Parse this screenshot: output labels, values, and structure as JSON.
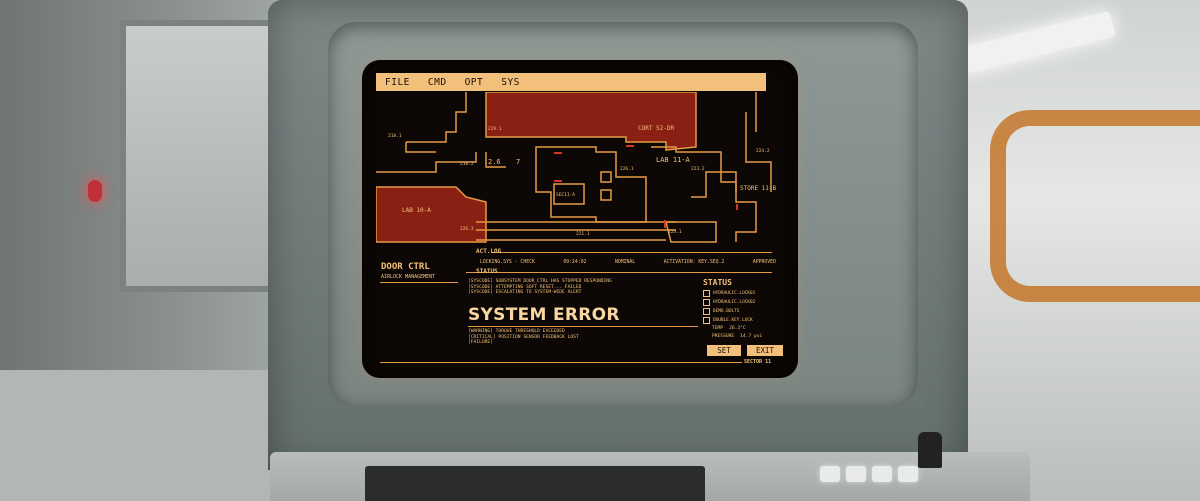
{
  "menubar": {
    "items": [
      "FILE",
      "CMD",
      "OPT",
      "SYS"
    ]
  },
  "map": {
    "labels": {
      "corr_52_dr": "CORT 52-DR",
      "lab_11_a": "LAB 11-A",
      "stor_11_b": "STORE 11-B",
      "lab_10_a": "LAB 10-A",
      "n_2_6": "2.6",
      "n_7": "7",
      "n_218_1": "218.1",
      "n_218_2": "218.2",
      "n_229_1": "229.1",
      "n_226_3": "226.3",
      "n_221_1": "221.1",
      "n_223_1": "223.1",
      "n_223_2": "223.2",
      "n_226_1": "226.1",
      "n_224_2": "224.2",
      "secure": "SEC11-A"
    },
    "colors": {
      "room_fill": "#8a1f14",
      "line": "#e59a45"
    }
  },
  "act_log": {
    "title": "ACT.LOG",
    "columns": [
      "LOCKING.SYS - CHECK",
      "09:24:02",
      "NOMINAL",
      "ACTIVATION: KEY.SEQ.2",
      "APPROVED"
    ]
  },
  "status_header": "STATUS",
  "door_panel": {
    "title": "DOOR CTRL",
    "subtitle": "AIRLOCK MANAGEMENT"
  },
  "messages": [
    "[SYSCODE] SUBSYSTEM DOOR_CTRL HAS STOPPED RESPONDING",
    "[SYSCODE] ATTEMPTING SOFT RESET... FAILED",
    "[SYSCODE] ESCALATING TO SYSTEM-WIDE ALERT"
  ],
  "error_title": "SYSTEM ERROR",
  "warnings": [
    "[WARNING] TORQUE THRESHOLD EXCEEDED",
    "[CRITICAL] POSITION SENSOR FEEDBACK LOST",
    "[FAILURE]"
  ],
  "status_panel": {
    "title": "STATUS",
    "items": [
      "HYDRAULIC.LOCK01",
      "HYDRAULIC.LOCK02",
      "DEMO.BOLTS",
      "DOUBLE.KEY.LOCK"
    ],
    "temp_label": "TEMP",
    "temp_value": "26.3°C",
    "pressure_label": "PRESSURE",
    "pressure_value": "14.7 psi"
  },
  "buttons": {
    "set": "SET",
    "exit": "EXIT"
  },
  "sector": "SECTOR 11"
}
